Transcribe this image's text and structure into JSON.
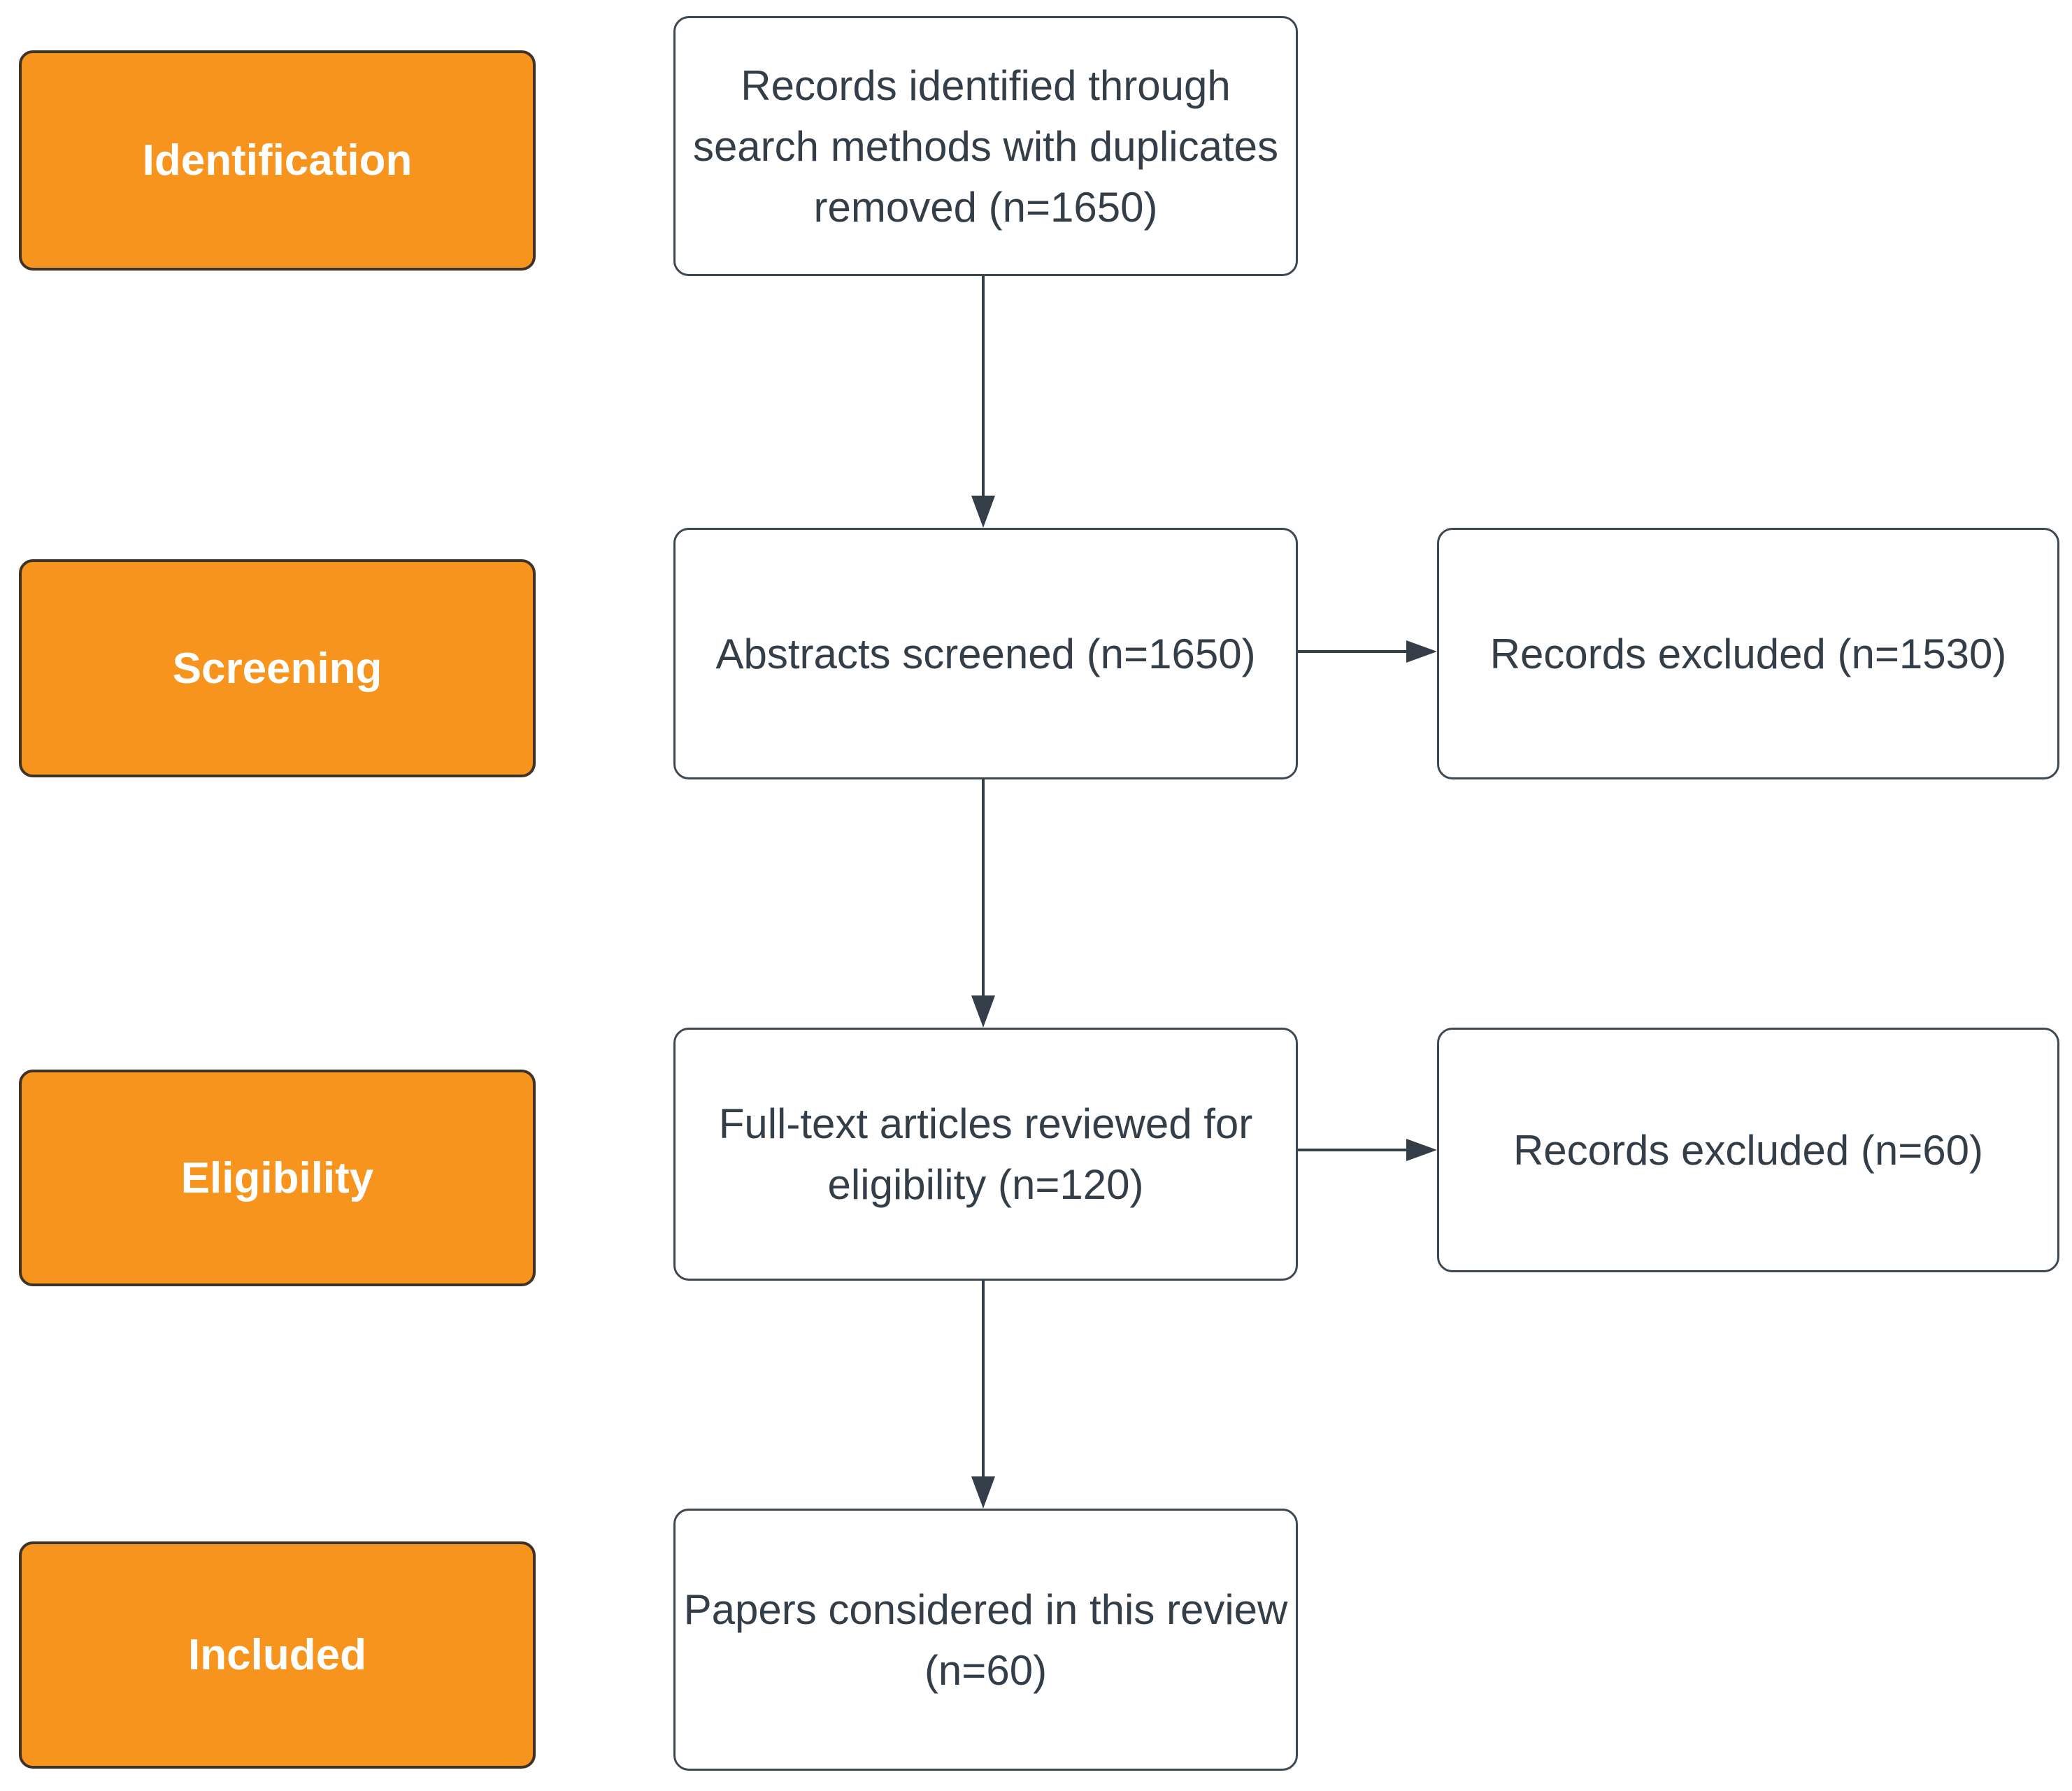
{
  "stages": [
    {
      "label": "Identification"
    },
    {
      "label": "Screening"
    },
    {
      "label": "Eligibility"
    },
    {
      "label": "Included"
    }
  ],
  "flow_boxes": [
    {
      "lines": [
        "Records identified through",
        "search methods with duplicates",
        "removed (n=1650)"
      ]
    },
    {
      "lines": [
        "Abstracts screened (n=1650)"
      ]
    },
    {
      "lines": [
        "Full-text articles reviewed for",
        "eligibility (n=120)"
      ]
    },
    {
      "lines": [
        "Papers considered in this review",
        "(n=60)"
      ]
    }
  ],
  "exclusion_boxes": [
    {
      "lines": [
        "Records excluded (n=1530)"
      ]
    },
    {
      "lines": [
        "Records excluded (n=60)"
      ]
    }
  ],
  "colors": {
    "stage_fill": "#F7941E",
    "stage_border": "#3F3327",
    "stage_text": "#FFFFFF",
    "box_fill": "#FFFFFF",
    "box_border": "#3E4852",
    "text": "#333E48",
    "line": "#333E48",
    "background": "#FFFFFF"
  }
}
